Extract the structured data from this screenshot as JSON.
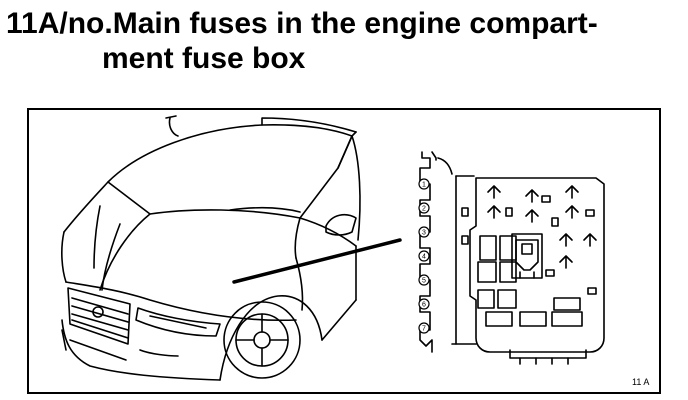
{
  "header": {
    "title_line1": "11A/no.Main fuses in the engine compart-",
    "title_line2": "ment fuse box"
  },
  "figure": {
    "fuse_labels": [
      "1",
      "2",
      "3",
      "4",
      "5",
      "6",
      "7"
    ],
    "figure_id": "11 A"
  }
}
